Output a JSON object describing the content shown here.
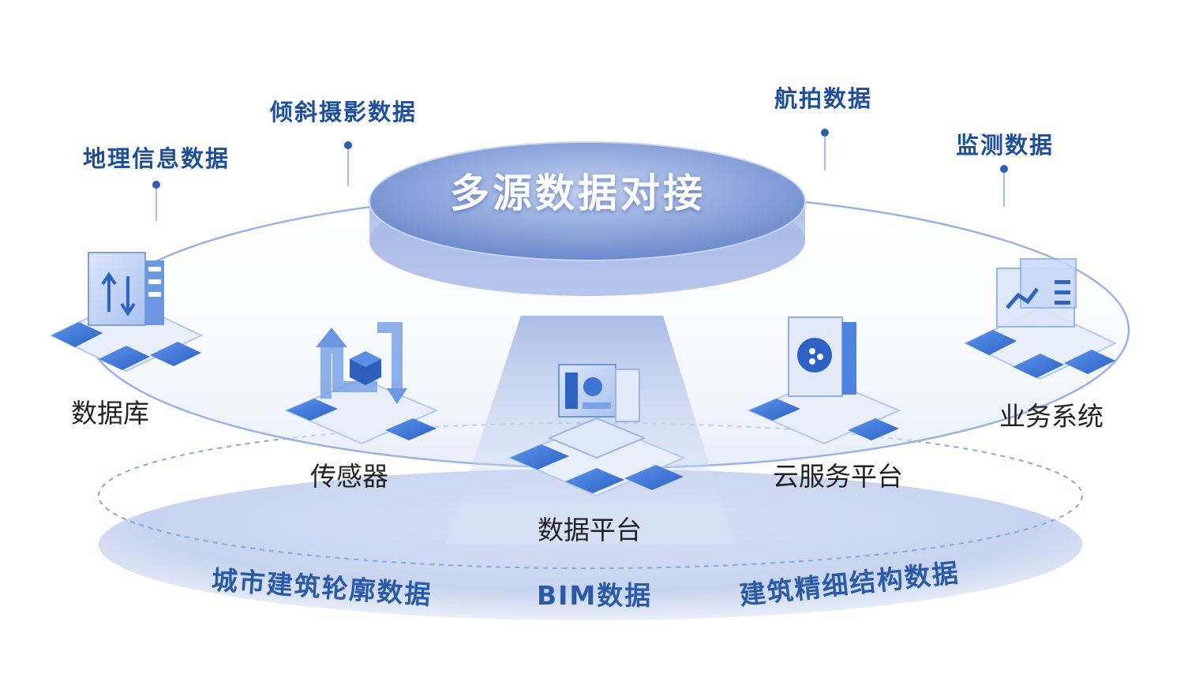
{
  "center": {
    "title": "多源数据对接"
  },
  "top_sources": [
    {
      "id": "geo",
      "label": "地理信息数据"
    },
    {
      "id": "oblique",
      "label": "倾斜摄影数据"
    },
    {
      "id": "aerial",
      "label": "航拍数据"
    },
    {
      "id": "monitor",
      "label": "监测数据"
    }
  ],
  "nodes": [
    {
      "id": "database",
      "label": "数据库",
      "icon": "database-icon"
    },
    {
      "id": "sensor",
      "label": "传感器",
      "icon": "sensor-cycle-icon"
    },
    {
      "id": "data-platform",
      "label": "数据平台",
      "icon": "data-platform-icon"
    },
    {
      "id": "cloud",
      "label": "云服务平台",
      "icon": "cloud-ai-head-icon"
    },
    {
      "id": "business",
      "label": "业务系统",
      "icon": "business-chart-icon"
    }
  ],
  "bottom_sources": [
    {
      "id": "city",
      "label": "城市建筑轮廓数据"
    },
    {
      "id": "bim",
      "label": "BIM数据"
    },
    {
      "id": "structure",
      "label": "建筑精细结构数据"
    }
  ],
  "colors": {
    "accent": "#1f4f9b",
    "bottom_text": "#2a5aa6",
    "ring": "#8aa6d6",
    "disc_top": "#7e9ad4",
    "block_blue": "#3a78d8"
  }
}
